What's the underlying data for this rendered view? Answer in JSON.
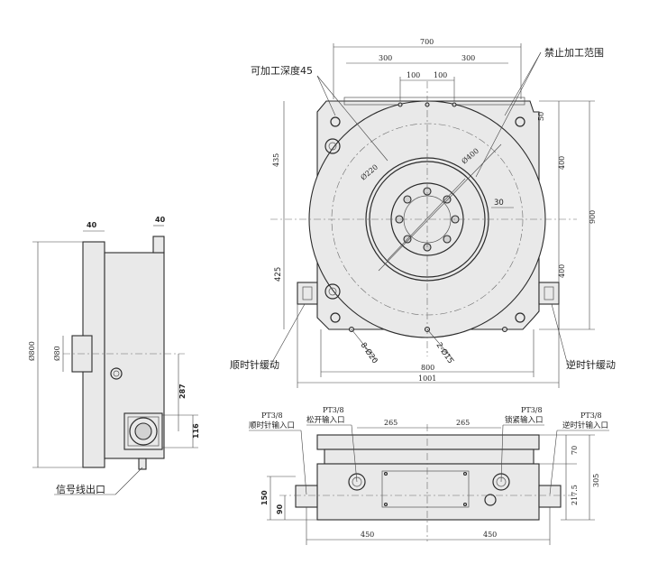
{
  "top_view": {
    "dims": {
      "overall_width": "700",
      "half_left": "300",
      "half_right": "300",
      "bolt_left": "100",
      "bolt_right": "100",
      "side_50": "50",
      "upper_400": "400",
      "lower_400": "400",
      "overall_900": "900",
      "left_435": "435",
      "left_425": "425",
      "center_30": "30",
      "dia_220": "Ø220",
      "dia_400": "Ø400",
      "base_800": "800",
      "base_1001": "1001",
      "holes_8": "8-Ø20",
      "holes_2": "2-Ø15"
    },
    "labels": {
      "machining_depth": "可加工深度45",
      "forbidden_zone": "禁止加工范围",
      "cw_slow": "顺时针缓动",
      "ccw_slow": "逆时针缓动"
    }
  },
  "side_view": {
    "dims": {
      "top_left_40": "40",
      "top_right_40": "40",
      "dia_800": "Ø800",
      "dia_80": "Ø80",
      "dim_287": "287",
      "dim_116": "116"
    },
    "labels": {
      "signal_outlet": "信号线出口"
    }
  },
  "front_view": {
    "dims": {
      "left_265": "265",
      "right_265": "265",
      "dim_70": "70",
      "dim_217_5": "217.5",
      "dim_305": "305",
      "dim_150": "150",
      "dim_90": "90",
      "bottom_left_450": "450",
      "bottom_right_450": "450"
    },
    "ports": {
      "p1_thread": "PT3/8",
      "p1_name": "顺时针输入口",
      "p2_thread": "PT3/8",
      "p2_name": "松开输入口",
      "p3_thread": "PT3/8",
      "p3_name": "锁紧输入口",
      "p4_thread": "PT3/8",
      "p4_name": "逆时针输入口"
    }
  }
}
